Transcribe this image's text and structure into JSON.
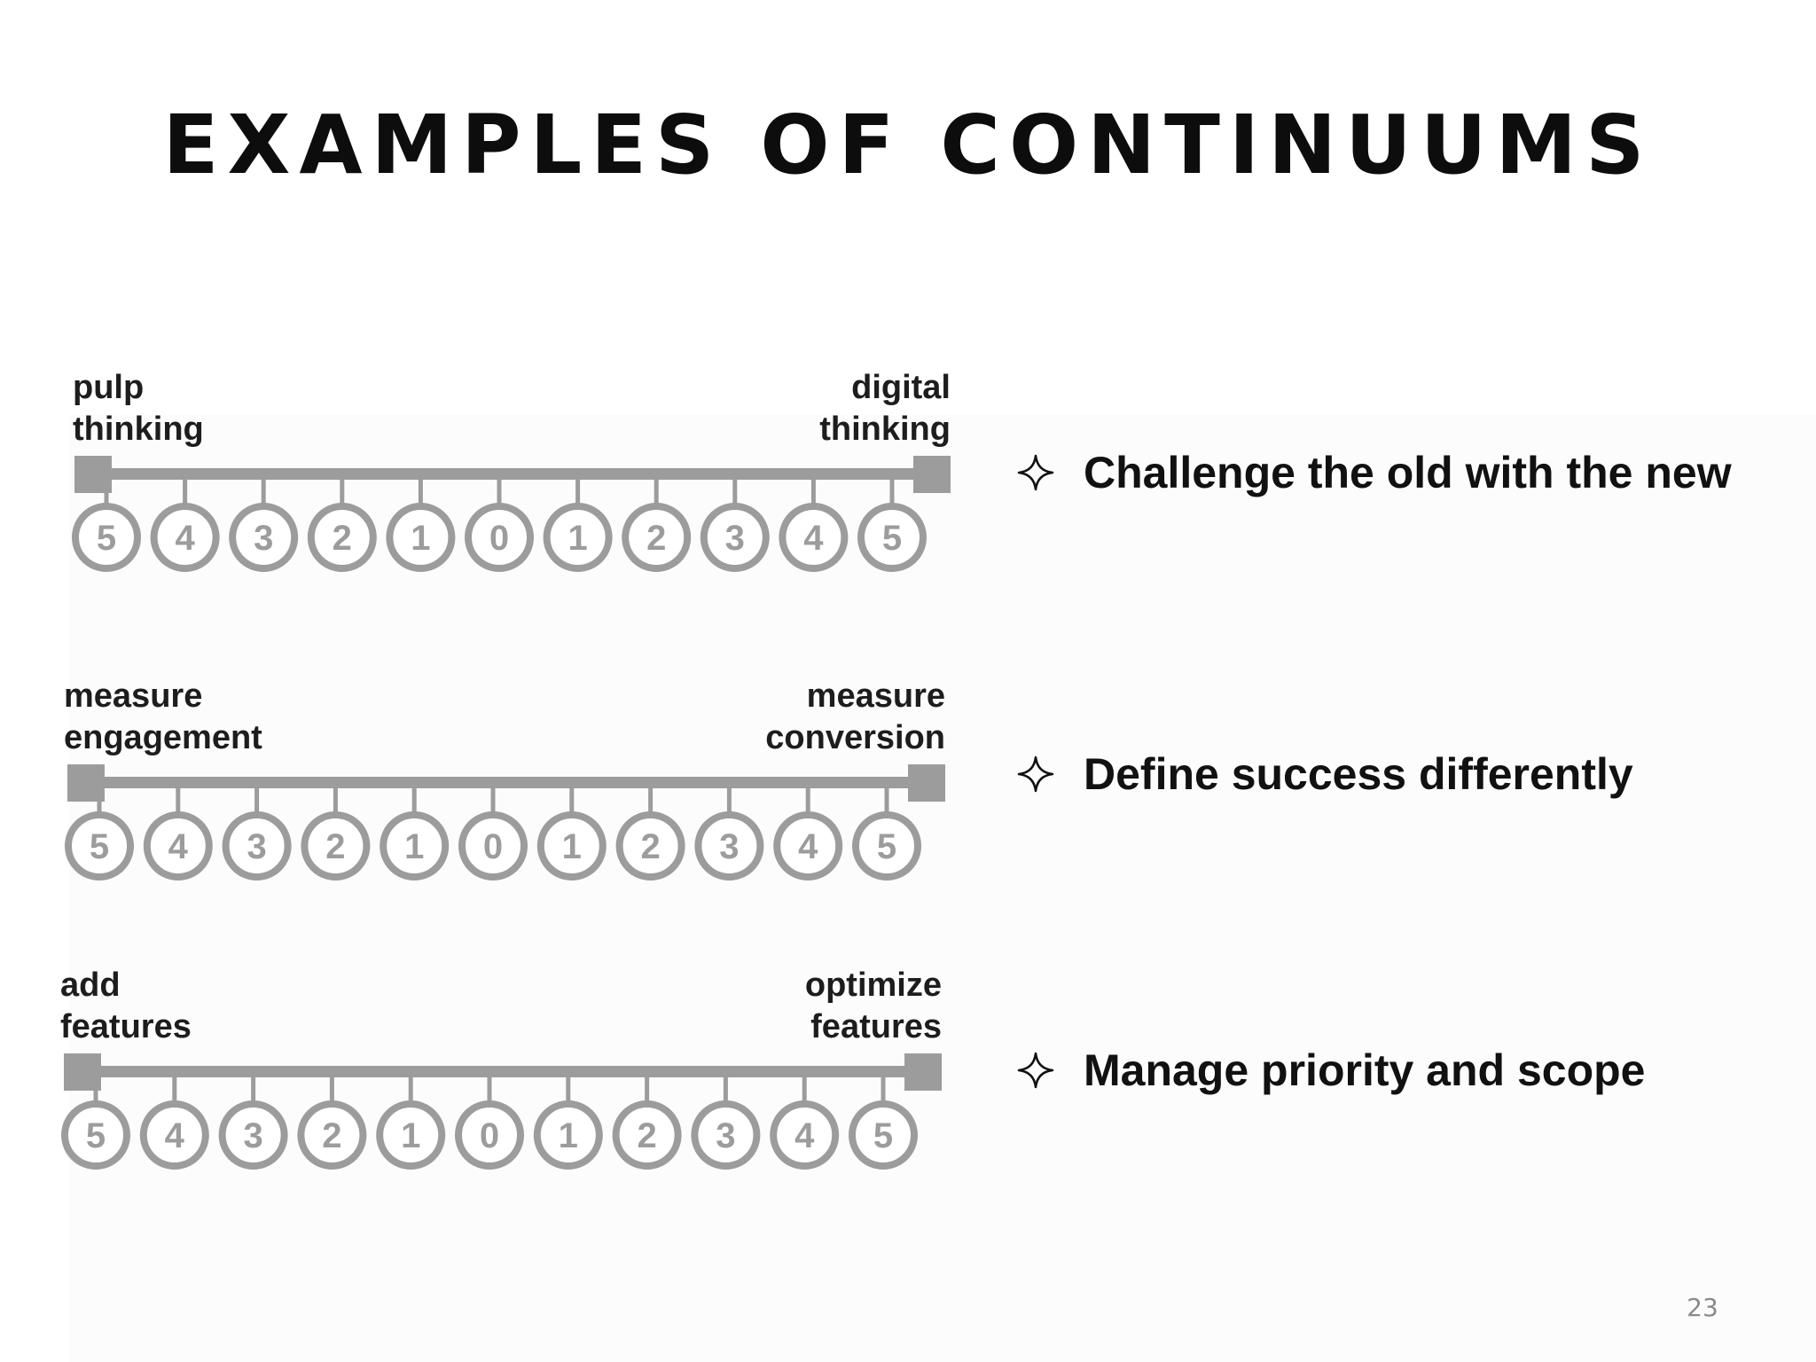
{
  "slide": {
    "title": "EXAMPLES OF CONTINUUMS",
    "page_number": "23"
  },
  "continuums": [
    {
      "left_label": [
        "pulp",
        "thinking"
      ],
      "right_label": [
        "digital",
        "thinking"
      ],
      "scale": [
        "5",
        "4",
        "3",
        "2",
        "1",
        "0",
        "1",
        "2",
        "3",
        "4",
        "5"
      ]
    },
    {
      "left_label": [
        "measure",
        "engagement"
      ],
      "right_label": [
        "measure",
        "conversion"
      ],
      "scale": [
        "5",
        "4",
        "3",
        "2",
        "1",
        "0",
        "1",
        "2",
        "3",
        "4",
        "5"
      ]
    },
    {
      "left_label": [
        "add",
        "features"
      ],
      "right_label": [
        "optimize",
        "features"
      ],
      "scale": [
        "5",
        "4",
        "3",
        "2",
        "1",
        "0",
        "1",
        "2",
        "3",
        "4",
        "5"
      ]
    }
  ],
  "bullets": [
    {
      "icon": "four-point-star-icon",
      "text": "Challenge the old with the new"
    },
    {
      "icon": "four-point-star-icon",
      "text": "Define success differently"
    },
    {
      "icon": "four-point-star-icon",
      "text": "Manage priority and scope"
    }
  ],
  "colors": {
    "scale_gray": "#9c9c9c",
    "text_dark": "#111111",
    "panel_background": "#fcfcfc"
  }
}
